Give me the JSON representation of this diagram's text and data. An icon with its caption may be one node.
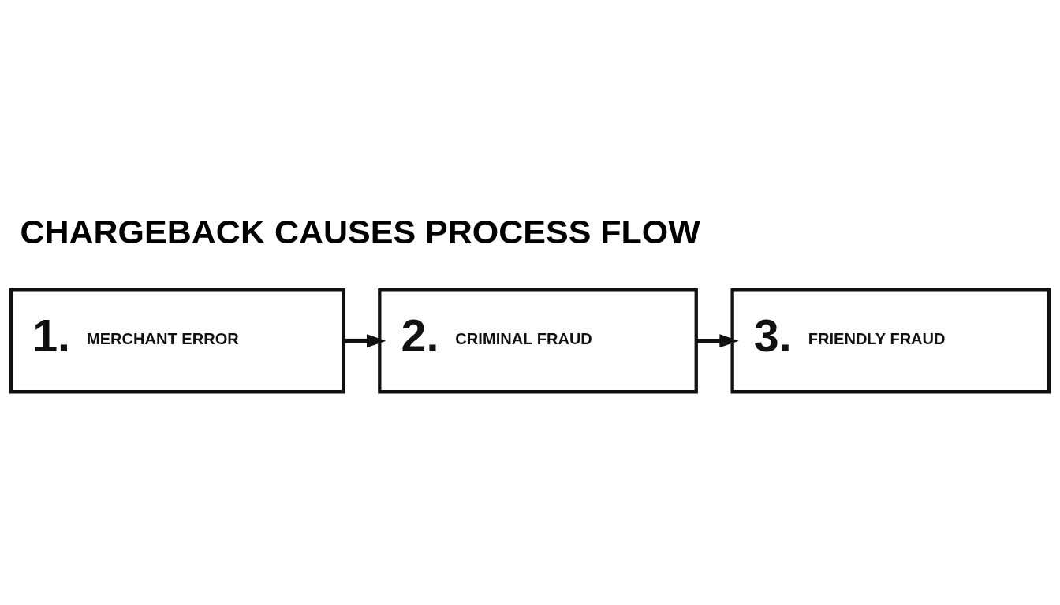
{
  "diagram": {
    "title": "CHARGEBACK CAUSES PROCESS FLOW",
    "nodes": [
      {
        "text": [
          "1.",
          "MERCHANT ERROR"
        ]
      },
      {
        "text": [
          "2.",
          "CRIMINAL FRAUD"
        ]
      },
      {
        "text": [
          "3.",
          "FRIENDLY FRAUD"
        ]
      }
    ],
    "edges": [
      {
        "from": 0,
        "to": 1,
        "arrow": "to"
      },
      {
        "from": 1,
        "to": 2,
        "arrow": "to"
      }
    ]
  }
}
